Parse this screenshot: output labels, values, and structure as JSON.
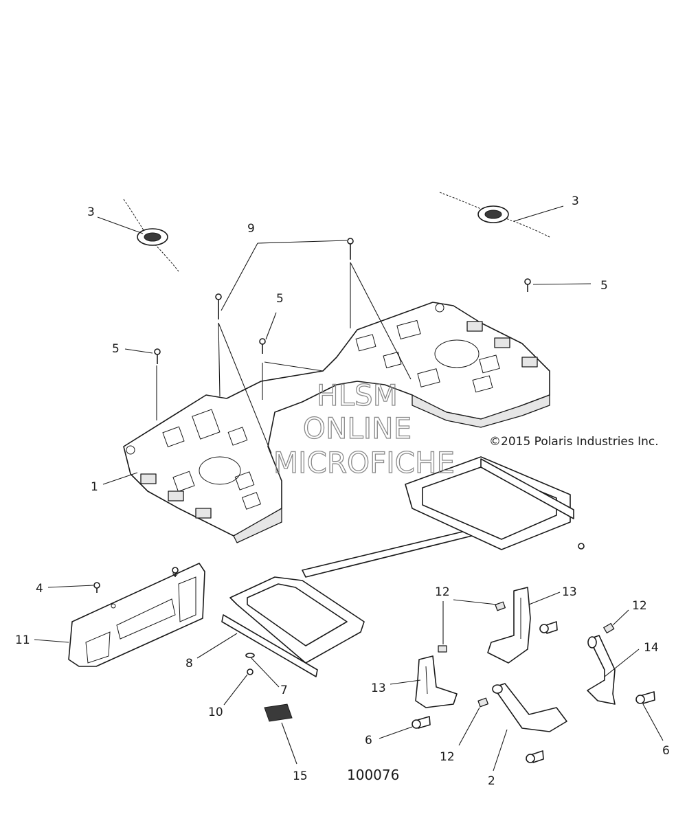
{
  "figure_id": "100076",
  "copyright": "©2015 Polaris Industries Inc.",
  "watermark": {
    "line1": "HLSM",
    "line2": "ONLINE",
    "line3": "MICROFICHE"
  },
  "callouts": [
    {
      "key": "c1",
      "label": "1"
    },
    {
      "key": "c2",
      "label": "2"
    },
    {
      "key": "c3a",
      "label": "3"
    },
    {
      "key": "c3b",
      "label": "3"
    },
    {
      "key": "c4",
      "label": "4"
    },
    {
      "key": "c5a",
      "label": "5"
    },
    {
      "key": "c5b",
      "label": "5"
    },
    {
      "key": "c5c",
      "label": "5"
    },
    {
      "key": "c6a",
      "label": "6"
    },
    {
      "key": "c6b",
      "label": "6"
    },
    {
      "key": "c7",
      "label": "7"
    },
    {
      "key": "c8",
      "label": "8"
    },
    {
      "key": "c9",
      "label": "9"
    },
    {
      "key": "c10",
      "label": "10"
    },
    {
      "key": "c11",
      "label": "11"
    },
    {
      "key": "c12a",
      "label": "12"
    },
    {
      "key": "c12b",
      "label": "12"
    },
    {
      "key": "c12c",
      "label": "12"
    },
    {
      "key": "c13a",
      "label": "13"
    },
    {
      "key": "c13b",
      "label": "13"
    },
    {
      "key": "c14",
      "label": "14"
    },
    {
      "key": "c15",
      "label": "15"
    }
  ]
}
